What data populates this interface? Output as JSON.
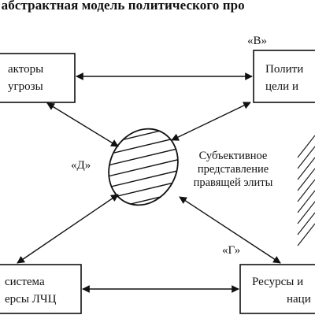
{
  "title": "я абстрактная модель политического про",
  "boxes": {
    "top_left": {
      "line1": "акторы",
      "line2": "угрозы"
    },
    "top_right": {
      "line1": "Полити",
      "line2": "цели и"
    },
    "bottom_left": {
      "line1": "система",
      "line2": "ерсы ЛЧЦ"
    },
    "bottom_right": {
      "line1": "Ресурсы и",
      "line2": "наци"
    }
  },
  "center": {
    "line1": "Субъективное",
    "line2": "представление",
    "line3": "правящей элиты"
  },
  "tags": {
    "v": "«В»",
    "d": "«Д»",
    "g": "«Г»"
  }
}
